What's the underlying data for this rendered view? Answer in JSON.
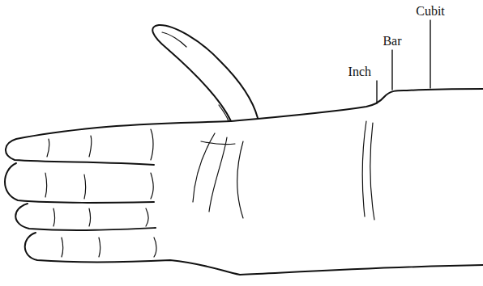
{
  "diagram": {
    "labels": [
      "Inch",
      "Bar",
      "Cubit"
    ]
  }
}
